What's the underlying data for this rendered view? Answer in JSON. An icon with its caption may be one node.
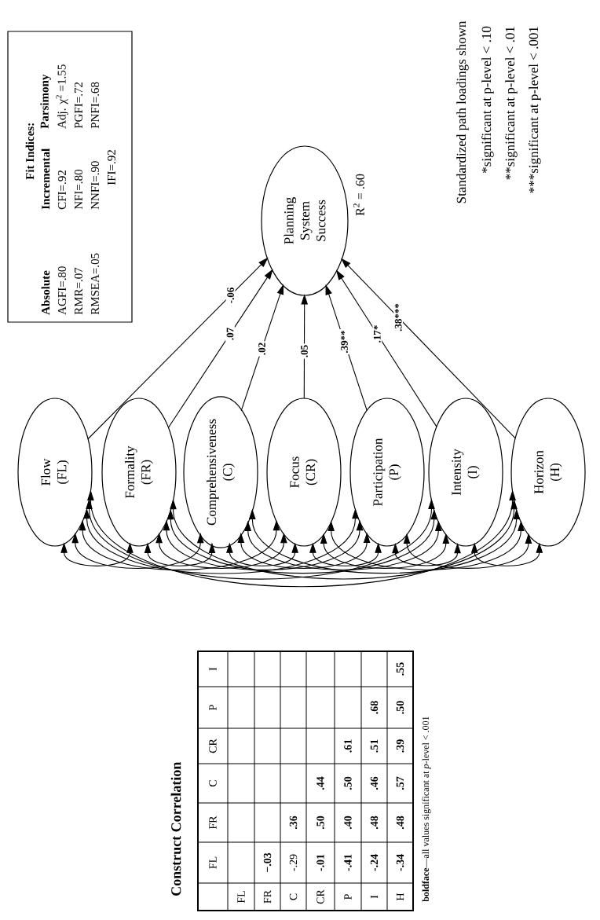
{
  "diagram": {
    "nodes": [
      {
        "text": [
          "Fit Indices:",
          "Absolute",
          "Incremental",
          "Parsimony",
          "AGFI=.80",
          "CFI=.92",
          "Adj. χ$^{2}$ =1.55",
          "RMR=.07",
          "NFI=.80",
          "PGFI=.72",
          "RMSEA=.05",
          "NNFI=.90",
          "PNFI=.68",
          "IFI=.92"
        ]
      },
      {
        "text": [
          "Flow",
          "(FL)"
        ]
      },
      {
        "text": [
          "Formality",
          "(FR)"
        ]
      },
      {
        "text": [
          "Comprehensiveness",
          "(C)"
        ]
      },
      {
        "text": [
          "Focus",
          "(CR)"
        ]
      },
      {
        "text": [
          "Participation",
          "(P)"
        ]
      },
      {
        "text": [
          "Intensity",
          "(I)"
        ]
      },
      {
        "text": [
          "Horizon",
          "(H)"
        ]
      },
      {
        "text": [
          "Planning System Success"
        ],
        "beside": [
          "R$^{2}$ = .60"
        ]
      }
    ],
    "edges": [
      {
        "from": 1,
        "to": 8,
        "arrow": "to",
        "label": "-.06"
      },
      {
        "from": 2,
        "to": 8,
        "arrow": "to",
        "label": ".07"
      },
      {
        "from": 3,
        "to": 8,
        "arrow": "to",
        "label": ".02"
      },
      {
        "from": 4,
        "to": 8,
        "arrow": "to",
        "label": ".05"
      },
      {
        "from": 5,
        "to": 8,
        "arrow": "to",
        "label": ".39**"
      },
      {
        "from": 6,
        "to": 8,
        "arrow": "to",
        "label": ".17*"
      },
      {
        "from": 7,
        "to": 8,
        "arrow": "to",
        "label": ".38***"
      },
      {
        "from": 1,
        "to": 2,
        "arrow": "both"
      },
      {
        "from": 1,
        "to": 3,
        "arrow": "both"
      },
      {
        "from": 1,
        "to": 4,
        "arrow": "both"
      },
      {
        "from": 1,
        "to": 5,
        "arrow": "both"
      },
      {
        "from": 1,
        "to": 6,
        "arrow": "both"
      },
      {
        "from": 1,
        "to": 7,
        "arrow": "both"
      },
      {
        "from": 2,
        "to": 3,
        "arrow": "both"
      },
      {
        "from": 2,
        "to": 4,
        "arrow": "both"
      },
      {
        "from": 2,
        "to": 5,
        "arrow": "both"
      },
      {
        "from": 2,
        "to": 6,
        "arrow": "both"
      },
      {
        "from": 2,
        "to": 7,
        "arrow": "both"
      },
      {
        "from": 3,
        "to": 4,
        "arrow": "both"
      },
      {
        "from": 3,
        "to": 5,
        "arrow": "both"
      },
      {
        "from": 3,
        "to": 6,
        "arrow": "both"
      },
      {
        "from": 3,
        "to": 7,
        "arrow": "both"
      },
      {
        "from": 4,
        "to": 5,
        "arrow": "both"
      },
      {
        "from": 4,
        "to": 6,
        "arrow": "both"
      },
      {
        "from": 4,
        "to": 7,
        "arrow": "both"
      },
      {
        "from": 5,
        "to": 6,
        "arrow": "both"
      },
      {
        "from": 5,
        "to": 7,
        "arrow": "both"
      },
      {
        "from": 6,
        "to": 7,
        "arrow": "both"
      }
    ],
    "labels": [
      "Construct Correlation",
      "FL",
      "FR",
      "C",
      "CR",
      "P",
      "I",
      "FL",
      "FR",
      "−.03",
      "C",
      "-.29",
      ".36",
      "CR",
      "-.01",
      ".50",
      ".44",
      "P",
      "-.41",
      ".40",
      ".50",
      ".61",
      "I",
      "-.24",
      ".48",
      ".46",
      ".51",
      ".68",
      "H",
      "-.34",
      ".48",
      ".57",
      ".39",
      ".50",
      ".55",
      "**boldface**—all values significant at *p*-level < .001",
      "Standardized path loadings shown",
      "*significant at p-level < .10",
      "**significant at p-level < .01",
      "***significant at p-level < .001"
    ]
  }
}
